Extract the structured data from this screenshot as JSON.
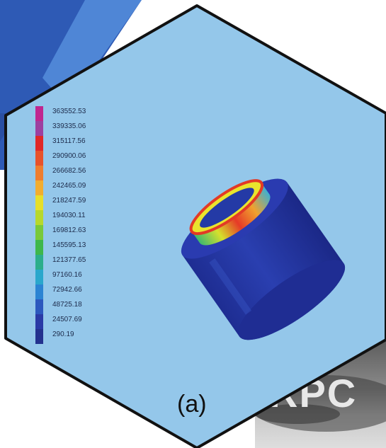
{
  "figure": {
    "panel_label": "(a)",
    "photo_text": "RPC"
  },
  "legend": {
    "values": [
      "363552.53",
      "339335.06",
      "315117.56",
      "290900.06",
      "266682.56",
      "242465.09",
      "218247.59",
      "194030.11",
      "169812.63",
      "145595.13",
      "121377.65",
      "97160.16",
      "72942.66",
      "48725.18",
      "24507.69",
      "290.19"
    ],
    "colors": [
      "#c0268f",
      "#9d3fa0",
      "#e02727",
      "#e8522a",
      "#ef7d2e",
      "#f2ad2f",
      "#e7df2a",
      "#b7d82c",
      "#79c93a",
      "#3eb74b",
      "#2cae8b",
      "#2aa7cc",
      "#2b84d3",
      "#2c58be",
      "#2a3aa6",
      "#23318e"
    ]
  },
  "colors": {
    "hexagon_fill": "#94c7ea",
    "hexagon_stroke": "#111111",
    "banner_dark": "#2e5ab5",
    "banner_light": "#4f86d6",
    "cylinder_blue": "#2437a3"
  }
}
